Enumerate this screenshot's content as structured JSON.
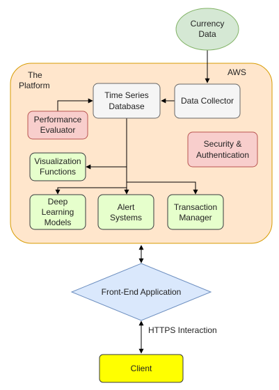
{
  "platform": {
    "title_line1": "The",
    "title_line2": "Platform",
    "aws_label": "AWS"
  },
  "nodes": {
    "currency_data": {
      "line1": "Currency",
      "line2": "Data"
    },
    "data_collector": {
      "line1": "Data Collector"
    },
    "time_series_db": {
      "line1": "Time Series",
      "line2": "Database"
    },
    "performance_evaluator": {
      "line1": "Performance",
      "line2": "Evaluator"
    },
    "security_auth": {
      "line1": "Security &",
      "line2": "Authentication"
    },
    "visualization_functions": {
      "line1": "Visualization",
      "line2": "Functions"
    },
    "deep_learning_models": {
      "line1": "Deep",
      "line2": "Learning",
      "line3": "Models"
    },
    "alert_systems": {
      "line1": "Alert",
      "line2": "Systems"
    },
    "transaction_manager": {
      "line1": "Transaction",
      "line2": "Manager"
    },
    "front_end_application": {
      "line1": "Front-End Application"
    },
    "client": {
      "line1": "Client"
    }
  },
  "edges": {
    "https_interaction": "HTTPS Interaction"
  },
  "colors": {
    "platform_fill": "#ffe6cc",
    "platform_stroke": "#d79b00",
    "currency_fill": "#d5e8d4",
    "currency_stroke": "#82b366",
    "gray_fill": "#f5f5f5",
    "gray_stroke": "#666666",
    "red_fill": "#f8cecc",
    "red_stroke": "#b85450",
    "lime_fill": "#e6ffcc",
    "lime_stroke": "#36393d",
    "diamond_fill": "#dae8fc",
    "diamond_stroke": "#6c8ebf",
    "client_fill": "#ffff00",
    "client_stroke": "#36393d"
  }
}
